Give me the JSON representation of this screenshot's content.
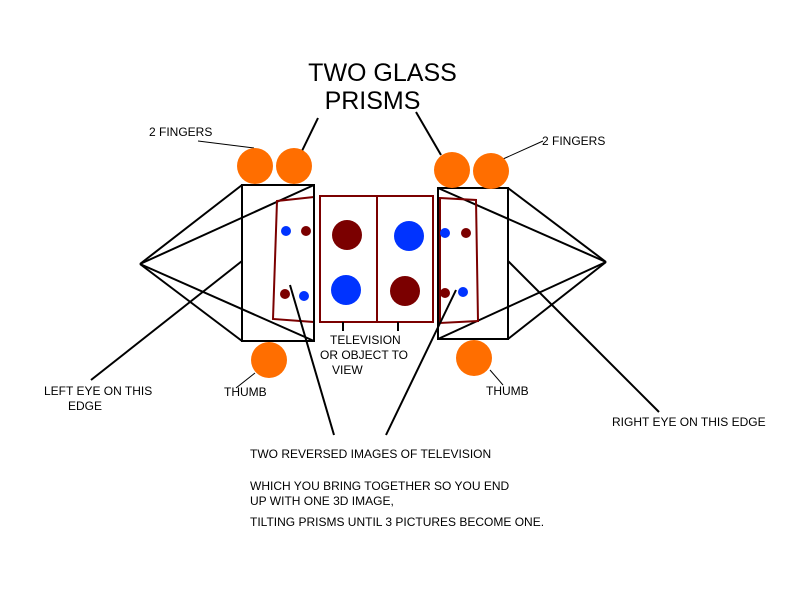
{
  "title": {
    "line1": "TWO GLASS",
    "line2": "PRISMS"
  },
  "labels": {
    "fingers_left": "2 FINGERS",
    "fingers_right": "2 FINGERS",
    "thumb_left": "THUMB",
    "thumb_right": "THUMB",
    "left_eye": {
      "line1": "LEFT EYE ON THIS",
      "line2": "EDGE"
    },
    "right_eye": "RIGHT EYE ON THIS EDGE",
    "television": {
      "line1": "TELEVISION",
      "line2": "OR OBJECT TO",
      "line3": "VIEW"
    }
  },
  "notes": {
    "line1": "TWO REVERSED IMAGES OF TELEVISION",
    "line2": "WHICH YOU BRING TOGETHER SO YOU END",
    "line3": "UP WITH ONE 3D IMAGE,",
    "line4": "TILTING PRISMS UNTIL 3 PICTURES BECOME ONE."
  },
  "colors": {
    "finger": "#ff6e00",
    "dark_red": "#7b0000",
    "blue": "#0033ff",
    "line": "#000000"
  }
}
